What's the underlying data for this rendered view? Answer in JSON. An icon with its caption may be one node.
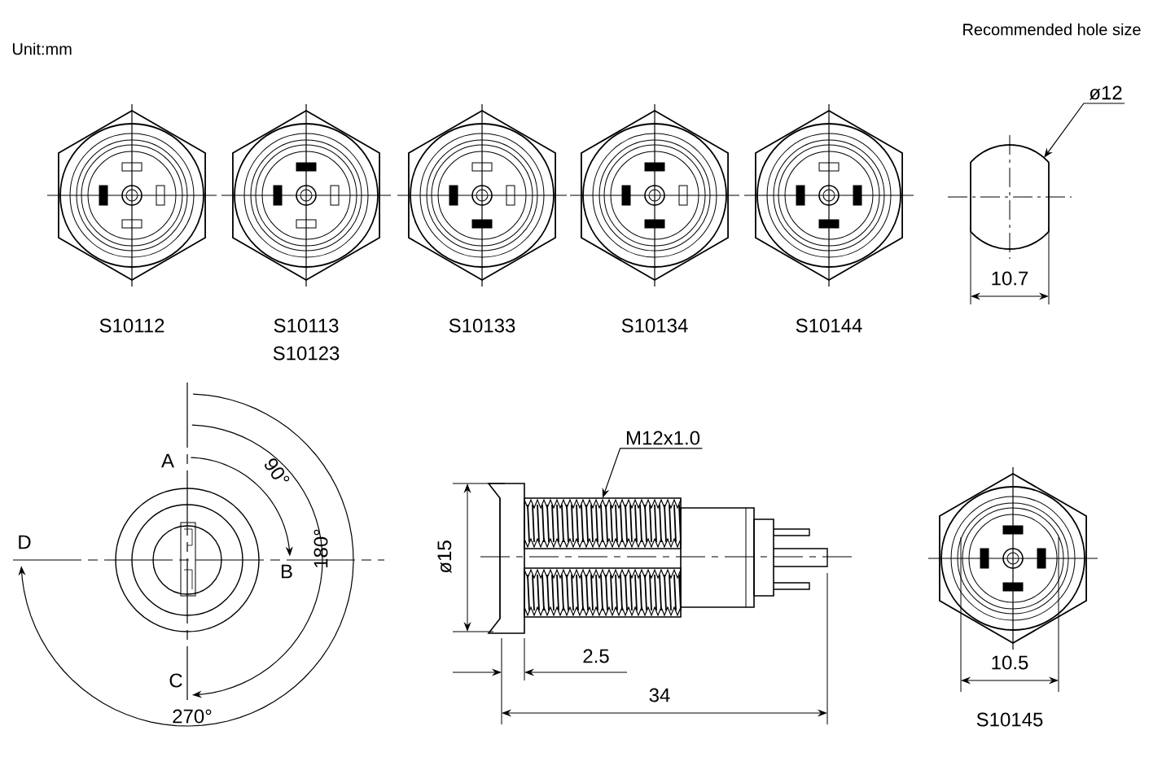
{
  "diagram": {
    "nodes": [
      {
        "text": [
          "ø12"
        ]
      },
      {
        "text": [
          "M12x1.0"
        ]
      }
    ],
    "edges": [
      {
        "from": 0,
        "to": null,
        "arrow": "to"
      },
      {
        "from": 1,
        "to": null,
        "arrow": "to"
      }
    ],
    "labels": [
      "Unit:mm",
      "Recommended hole size",
      "S10112",
      "S10113",
      "S10123",
      "S10133",
      "S10134",
      "S10144",
      "10.7",
      "A",
      "90°",
      "B",
      "180°",
      "D",
      "C",
      "270°",
      "ø15",
      "2.5",
      "34",
      "10.5",
      "S10145"
    ]
  }
}
